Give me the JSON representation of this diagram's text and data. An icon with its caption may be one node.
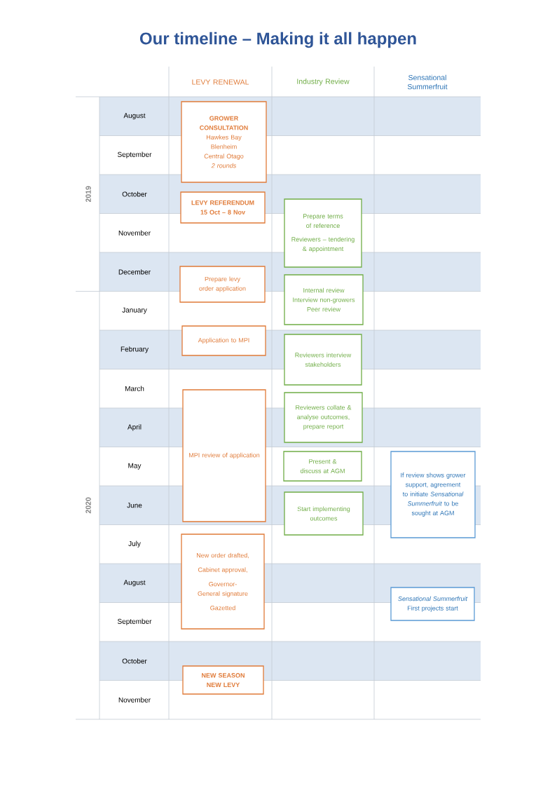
{
  "diagram": {
    "title": "Our timeline – Making it all happen",
    "nodes": [
      {
        "text": [
          "GROWER CONSULTATION",
          "Hawkes Bay",
          "Blenheim",
          "Central Otago",
          "2 rounds"
        ]
      },
      {
        "text": [
          "LEVY REFERENDUM",
          "15 Oct – 8 Nov"
        ]
      },
      {
        "text": [
          "Prepare levy order application"
        ]
      },
      {
        "text": [
          "Application to MPI"
        ]
      },
      {
        "text": [
          "MPI review of application"
        ]
      },
      {
        "text": [
          "New order drafted,",
          "Cabinet approval,",
          "Governor-General signature",
          "Gazetted"
        ]
      },
      {
        "text": [
          "NEW SEASON NEW LEVY"
        ]
      },
      {
        "text": [
          "Prepare terms of reference",
          "Reviewers – tendering & appointment"
        ]
      },
      {
        "text": [
          "Internal review",
          "Interview non-growers",
          "Peer review"
        ]
      },
      {
        "text": [
          "Reviewers interview stakeholders"
        ]
      },
      {
        "text": [
          "Reviewers collate & analyse outcomes, prepare report"
        ]
      },
      {
        "text": [
          "Present & discuss at AGM"
        ]
      },
      {
        "text": [
          "Start implementing outcomes"
        ]
      },
      {
        "text": [
          "If review shows grower support, agreement to initiate *Sensational Summerfruit* to be sought at AGM"
        ]
      },
      {
        "text": [
          "Sensational Summerfruit",
          "First projects start"
        ]
      }
    ],
    "labels": [
      "LEVY RENEWAL",
      "Industry Review",
      "Sensational Summerfruit",
      "2019",
      "2020",
      "August",
      "September",
      "October",
      "November",
      "December",
      "January",
      "February",
      "March",
      "April",
      "May",
      "June",
      "July",
      "August",
      "September",
      "October",
      "November"
    ]
  }
}
